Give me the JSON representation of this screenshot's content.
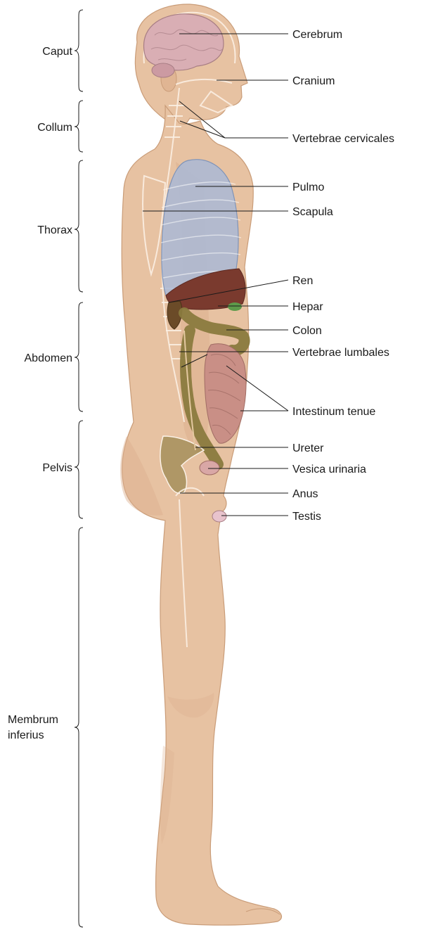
{
  "regions": [
    {
      "id": "caput",
      "label": "Caput"
    },
    {
      "id": "collum",
      "label": "Collum"
    },
    {
      "id": "thorax",
      "label": "Thorax"
    },
    {
      "id": "abdomen",
      "label": "Abdomen"
    },
    {
      "id": "pelvis",
      "label": "Pelvis"
    },
    {
      "id": "membrum",
      "label_lines": [
        "Membrum",
        "inferius"
      ]
    }
  ],
  "structures": [
    {
      "id": "cerebrum",
      "label": "Cerebrum"
    },
    {
      "id": "cranium",
      "label": "Cranium"
    },
    {
      "id": "vertebrae-cervicales",
      "label": "Vertebrae cervicales"
    },
    {
      "id": "pulmo",
      "label": "Pulmo"
    },
    {
      "id": "scapula",
      "label": "Scapula"
    },
    {
      "id": "ren",
      "label": "Ren"
    },
    {
      "id": "hepar",
      "label": "Hepar"
    },
    {
      "id": "colon",
      "label": "Colon"
    },
    {
      "id": "vertebrae-lumbales",
      "label": "Vertebrae lumbales"
    },
    {
      "id": "intestinum-tenue",
      "label": "Intestinum tenue"
    },
    {
      "id": "ureter",
      "label": "Ureter"
    },
    {
      "id": "vesica-urinaria",
      "label": "Vesica urinaria"
    },
    {
      "id": "anus",
      "label": "Anus"
    },
    {
      "id": "testis",
      "label": "Testis"
    }
  ],
  "colors": {
    "skin": "#e7c2a2",
    "lung": "#a9b9d6",
    "liver": "#7a3a2e",
    "intestine": "#c98f86",
    "colon": "#8a7a3e",
    "brain": "#d9aeb4",
    "bone_outline": "#fbf1e6"
  }
}
